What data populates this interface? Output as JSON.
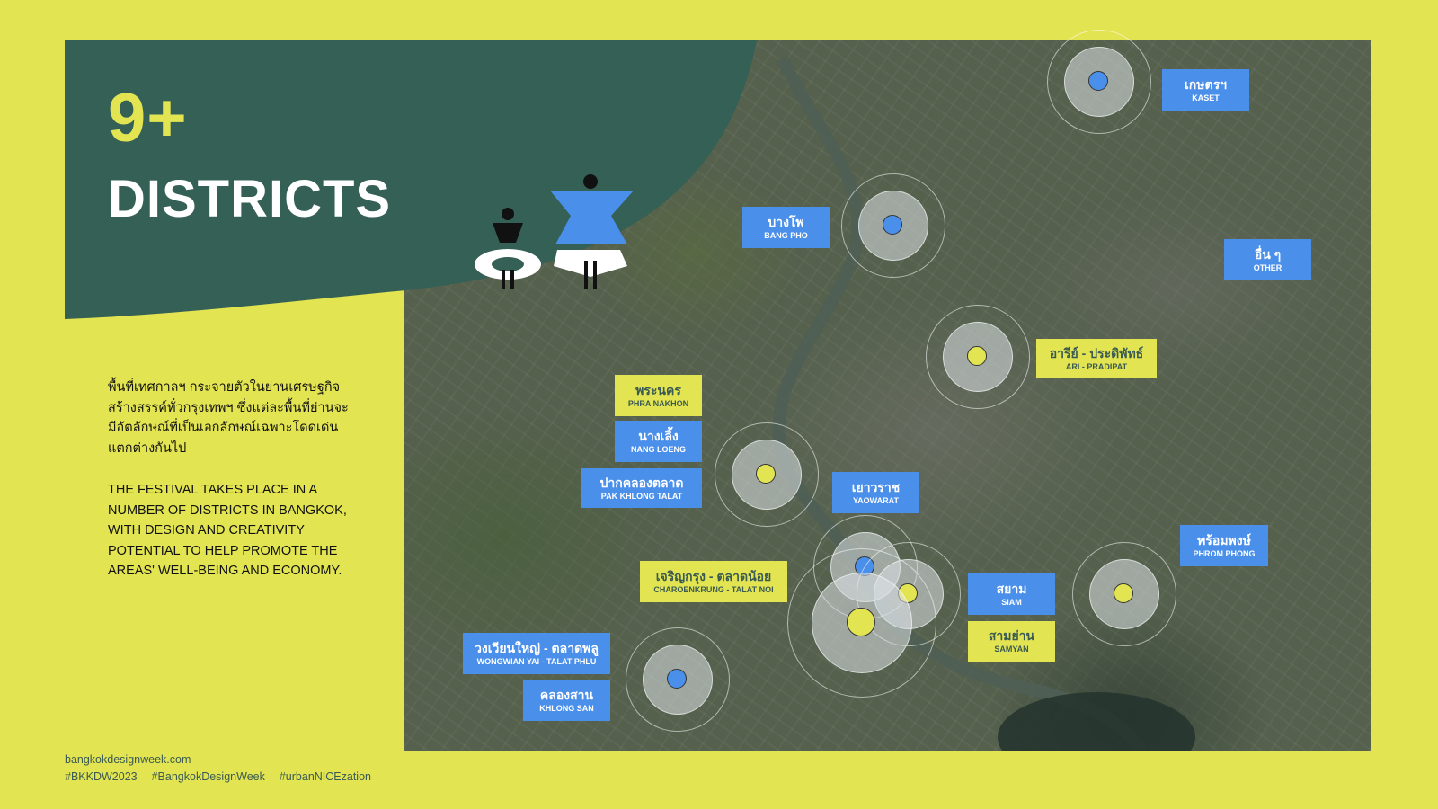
{
  "headline": {
    "number": "9+",
    "title": "DISTRICTS"
  },
  "description": {
    "thai": "พื้นที่เทศกาลฯ กระจายตัวในย่านเศรษฐกิจสร้างสรรค์ทั่วกรุงเทพฯ ซึ่งแต่ละพื้นที่ย่านจะมีอัตลักษณ์ที่เป็นเอกลักษณ์เฉพาะโดดเด่นแตกต่างกันไป",
    "english": "The festival takes place in a number of districts in Bangkok, with design and creativity potential to help promote the areas' well-being and economy."
  },
  "footer": {
    "website": "bangkokdesignweek.com",
    "hashtags": [
      "#BKKDW2023",
      "#BangkokDesignWeek",
      "#urbanNICEzation"
    ]
  },
  "districts": [
    {
      "th": "เกษตรฯ",
      "en": "KASET",
      "color": "blue"
    },
    {
      "th": "บางโพ",
      "en": "BANG PHO",
      "color": "blue"
    },
    {
      "th": "อื่น ๆ",
      "en": "OTHER",
      "color": "blue"
    },
    {
      "th": "อารีย์ - ประดิพัทธ์",
      "en": "ARI - PRADIPAT",
      "color": "yellow"
    },
    {
      "th": "พระนคร",
      "en": "PHRA NAKHON",
      "color": "yellow"
    },
    {
      "th": "นางเลิ้ง",
      "en": "NANG LOENG",
      "color": "blue"
    },
    {
      "th": "ปากคลองตลาด",
      "en": "PAK KHLONG TALAT",
      "color": "blue"
    },
    {
      "th": "เยาวราช",
      "en": "YAOWARAT",
      "color": "blue"
    },
    {
      "th": "พร้อมพงษ์",
      "en": "PHROM PHONG",
      "color": "blue"
    },
    {
      "th": "เจริญกรุง - ตลาดน้อย",
      "en": "CHAROENKRUNG - TALAT NOI",
      "color": "yellow"
    },
    {
      "th": "สยาม",
      "en": "SIAM",
      "color": "blue"
    },
    {
      "th": "สามย่าน",
      "en": "SAMYAN",
      "color": "yellow"
    },
    {
      "th": "วงเวียนใหญ่ - ตลาดพลู",
      "en": "WONGWIAN YAI - TALAT PHLU",
      "color": "blue"
    },
    {
      "th": "คลองสาน",
      "en": "KHLONG SAN",
      "color": "blue"
    }
  ],
  "colors": {
    "background": "#e2e452",
    "panel": "#356056",
    "blue": "#4a8fea",
    "yellow": "#e2e452"
  }
}
